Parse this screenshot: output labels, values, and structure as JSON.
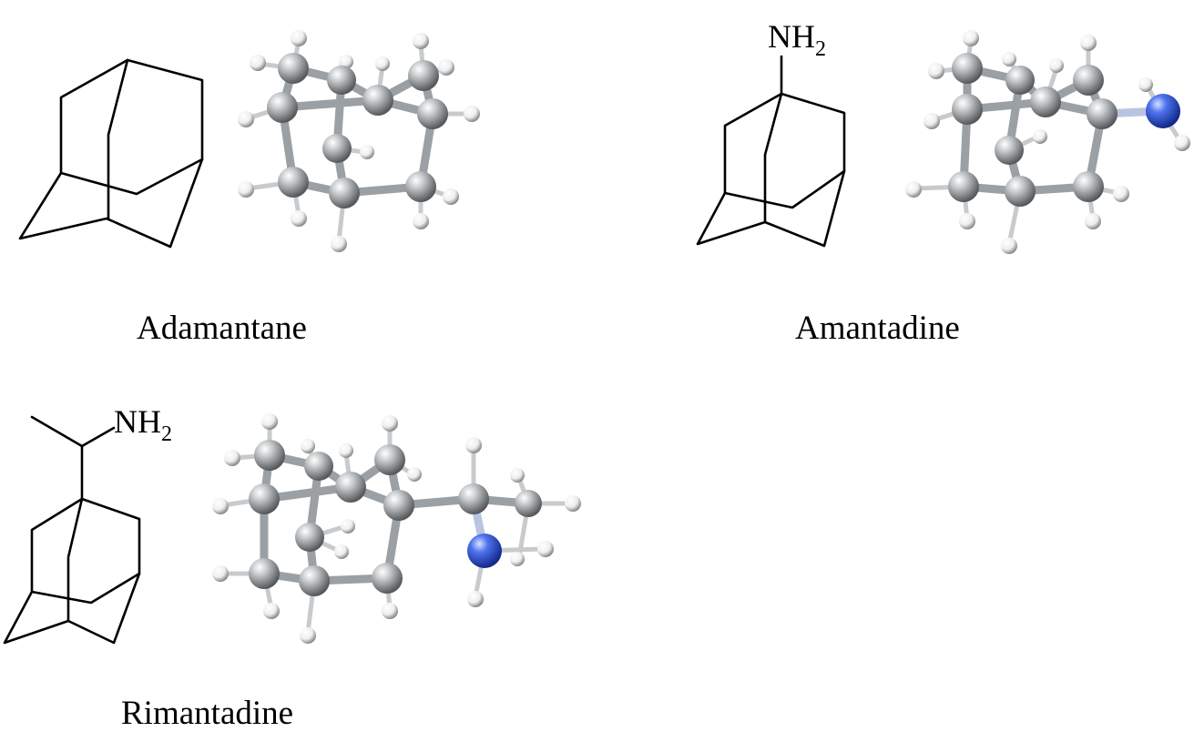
{
  "molecules": [
    {
      "name": "Adamantane"
    },
    {
      "name": "Amantadine",
      "group": "NH",
      "group_sub": "2"
    },
    {
      "name": "Rimantadine",
      "group": "NH",
      "group_sub": "2"
    }
  ],
  "colors": {
    "carbon": "#a9adb0",
    "hydrogen": "#f4f4f4",
    "nitrogen": "#2f55d4",
    "bond_line": "#000000",
    "background": "#ffffff"
  }
}
